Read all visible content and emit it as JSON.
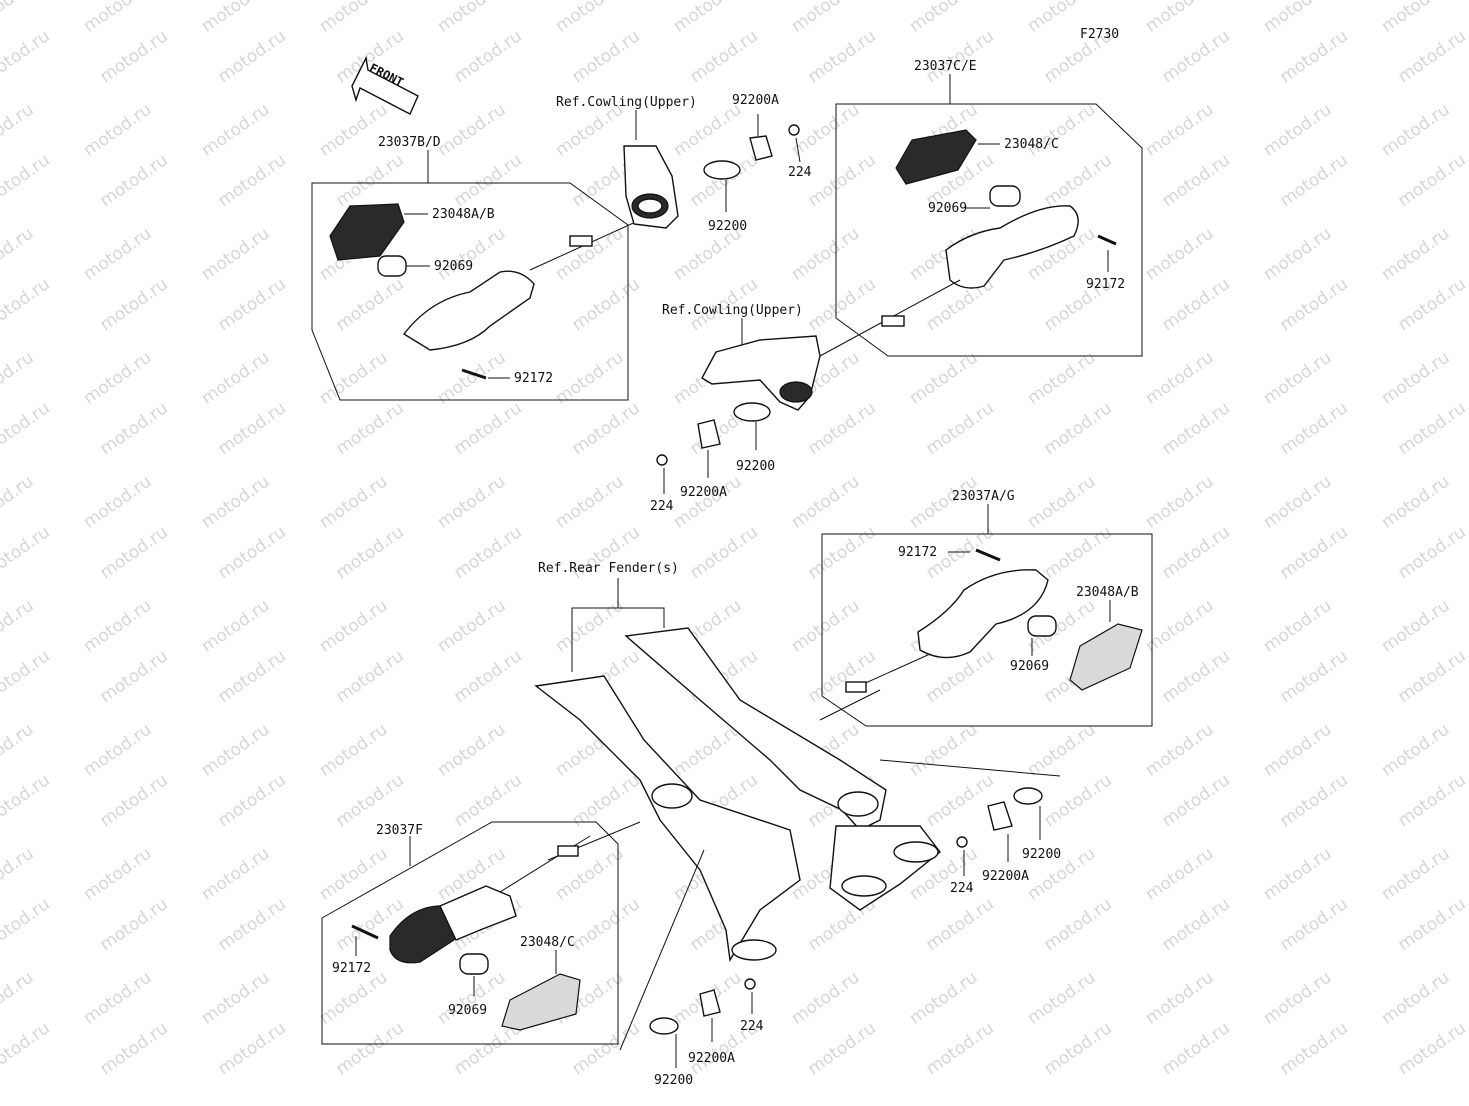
{
  "figure_code": "F2730",
  "front_label": "FRONT",
  "watermark": "motod.ru",
  "labels": {
    "assy_front_left": "23037B/D",
    "assy_front_right": "23037C/E",
    "assy_rear_right": "23037A/G",
    "assy_rear_left": "23037F",
    "lens_front_left": "23048A/B",
    "lens_front_right": "23048/C",
    "lens_rear_right": "23048A/B",
    "lens_rear_left": "23048/C",
    "bulb_front_left": "92069",
    "bulb_front_right": "92069",
    "bulb_rear_right": "92069",
    "bulb_rear_left": "92069",
    "screw_front_left": "92172",
    "screw_front_right": "92172",
    "screw_rear_right": "92172",
    "screw_rear_left": "92172",
    "ref_cowling_upper_1": "Ref.Cowling(Upper)",
    "ref_cowling_upper_2": "Ref.Cowling(Upper)",
    "ref_rear_fender": "Ref.Rear Fender(s)",
    "clip_top_a": "92200A",
    "clip_top_b": "92200",
    "bolt_top": "224",
    "clip_mid_b": "92200",
    "clip_mid_a": "92200A",
    "bolt_mid": "224",
    "clip_right_b": "92200",
    "clip_right_a": "92200A",
    "bolt_right": "224",
    "bolt_bottom": "224",
    "clip_bottom_a": "92200A",
    "clip_bottom_b": "92200"
  }
}
